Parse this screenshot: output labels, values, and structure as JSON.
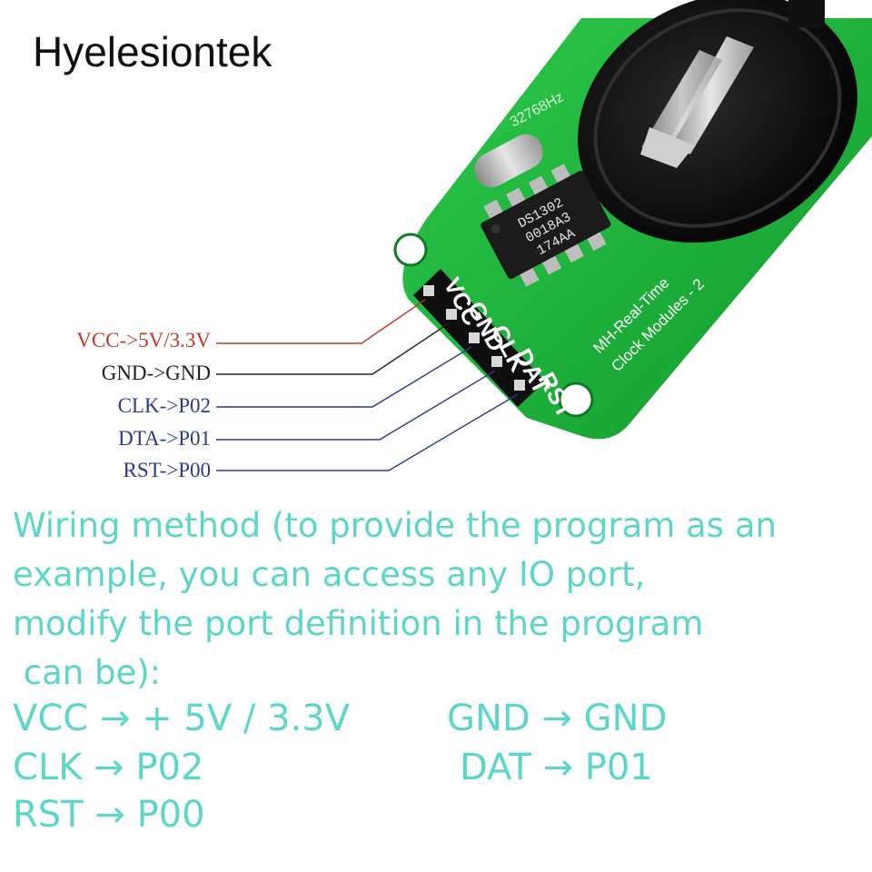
{
  "brand": "Hyelesiontek",
  "board": {
    "chip_lines": [
      "DS1302",
      "0018A3",
      "174AA"
    ],
    "crystal_label": "32768Hz",
    "module_lines": [
      "MH-Real-Time",
      "Clock Modules - 2"
    ],
    "pin_labels": [
      "VCC",
      "GND",
      "CLK",
      "DAT",
      "RST"
    ]
  },
  "wire_labels": [
    {
      "text": "VCC->5V/3.3V",
      "color": "#c0392b"
    },
    {
      "text": "GND->GND",
      "color": "#222222"
    },
    {
      "text": "CLK->P02",
      "color": "#2a3a8c"
    },
    {
      "text": "DTA->P01",
      "color": "#2a3a8c"
    },
    {
      "text": "RST->P00",
      "color": "#2a3a8c"
    }
  ],
  "description_lines": [
    "Wiring method (to provide the program as an",
    "example, you can access any IO port,",
    "modify the port definition in the program",
    " can be):"
  ],
  "mappings": {
    "vcc": "VCC → + 5V / 3.3V",
    "gnd": "GND → GND",
    "clk": "CLK → P02",
    "dat": "DAT → P01",
    "rst": "RST → P00"
  },
  "colors": {
    "pcb": "#1fae3a",
    "accent_text": "#5cd6c6",
    "chip": "#1b1b1b",
    "battery_holder": "#141414"
  }
}
